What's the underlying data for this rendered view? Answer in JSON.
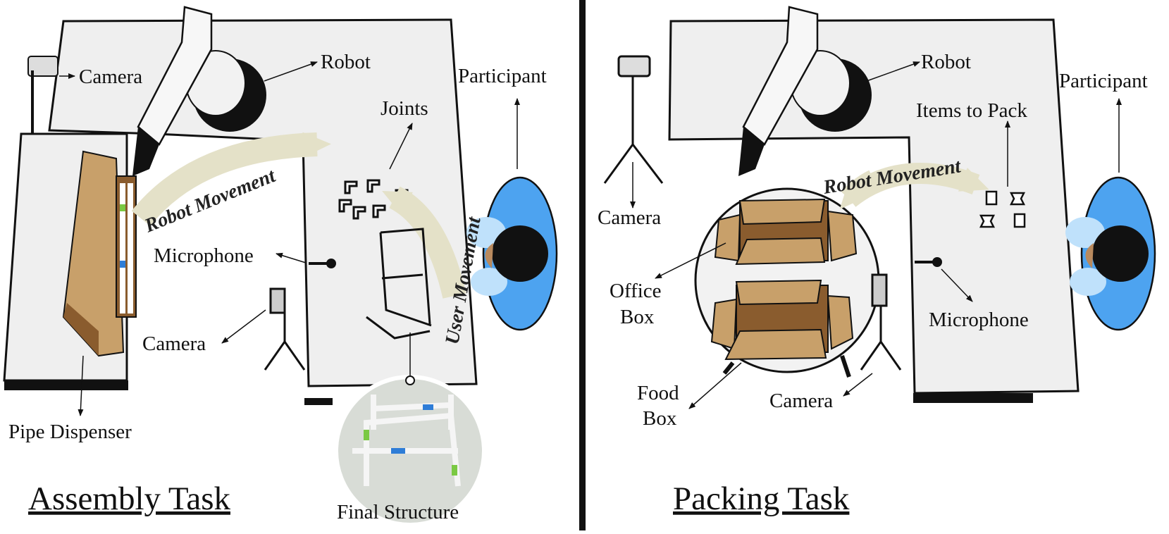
{
  "left_panel": {
    "title": "Assembly Task",
    "labels": {
      "camera_top": "Camera",
      "robot": "Robot",
      "participant": "Participant",
      "joints": "Joints",
      "robot_movement": "Robot Movement",
      "user_movement": "User Movement",
      "microphone": "Microphone",
      "camera_side": "Camera",
      "pipe_dispenser": "Pipe Dispenser",
      "final_structure": "Final Structure"
    }
  },
  "right_panel": {
    "title": "Packing Task",
    "labels": {
      "robot": "Robot",
      "participant": "Participant",
      "items_to_pack": "Items to Pack",
      "robot_movement": "Robot Movement",
      "camera_left": "Camera",
      "office_box_1": "Office",
      "office_box_2": "Box",
      "food_box_1": "Food",
      "food_box_2": "Box",
      "camera_bottom": "Camera",
      "microphone": "Microphone"
    }
  },
  "colors": {
    "table": "#efefef",
    "box": "#c8a06a",
    "box_dark": "#8a5c2e",
    "chair": "#4da3f0",
    "chair_light": "#bfe1fb",
    "arrow_band": "#e4e1c8",
    "skin": "#b98a5e"
  }
}
